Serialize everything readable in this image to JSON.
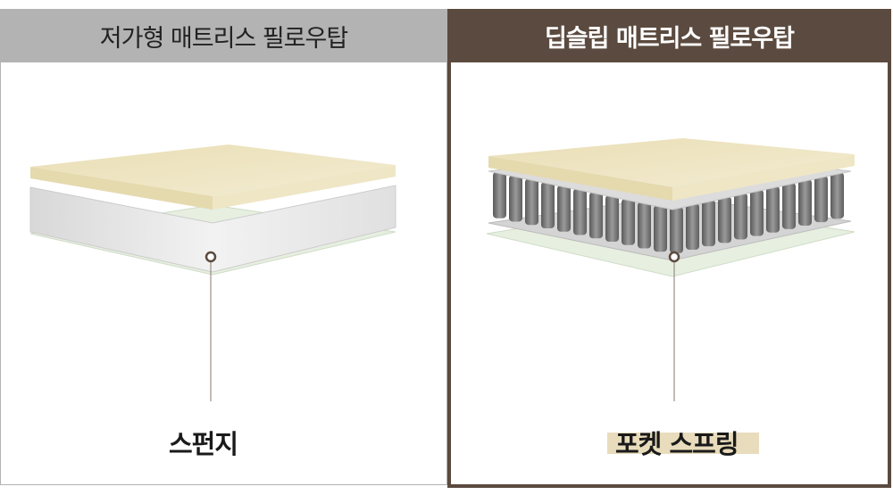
{
  "left": {
    "title": "저가형 매트리스 필로우탑",
    "layer_label": "스펀지"
  },
  "right": {
    "title": "딥슬립 매트리스 필로우탑",
    "layer_label": "포켓 스프링"
  },
  "colors": {
    "left_header": "#b3b3b3",
    "right_header": "#5b4a3f",
    "highlight": "#e8dcbc"
  }
}
